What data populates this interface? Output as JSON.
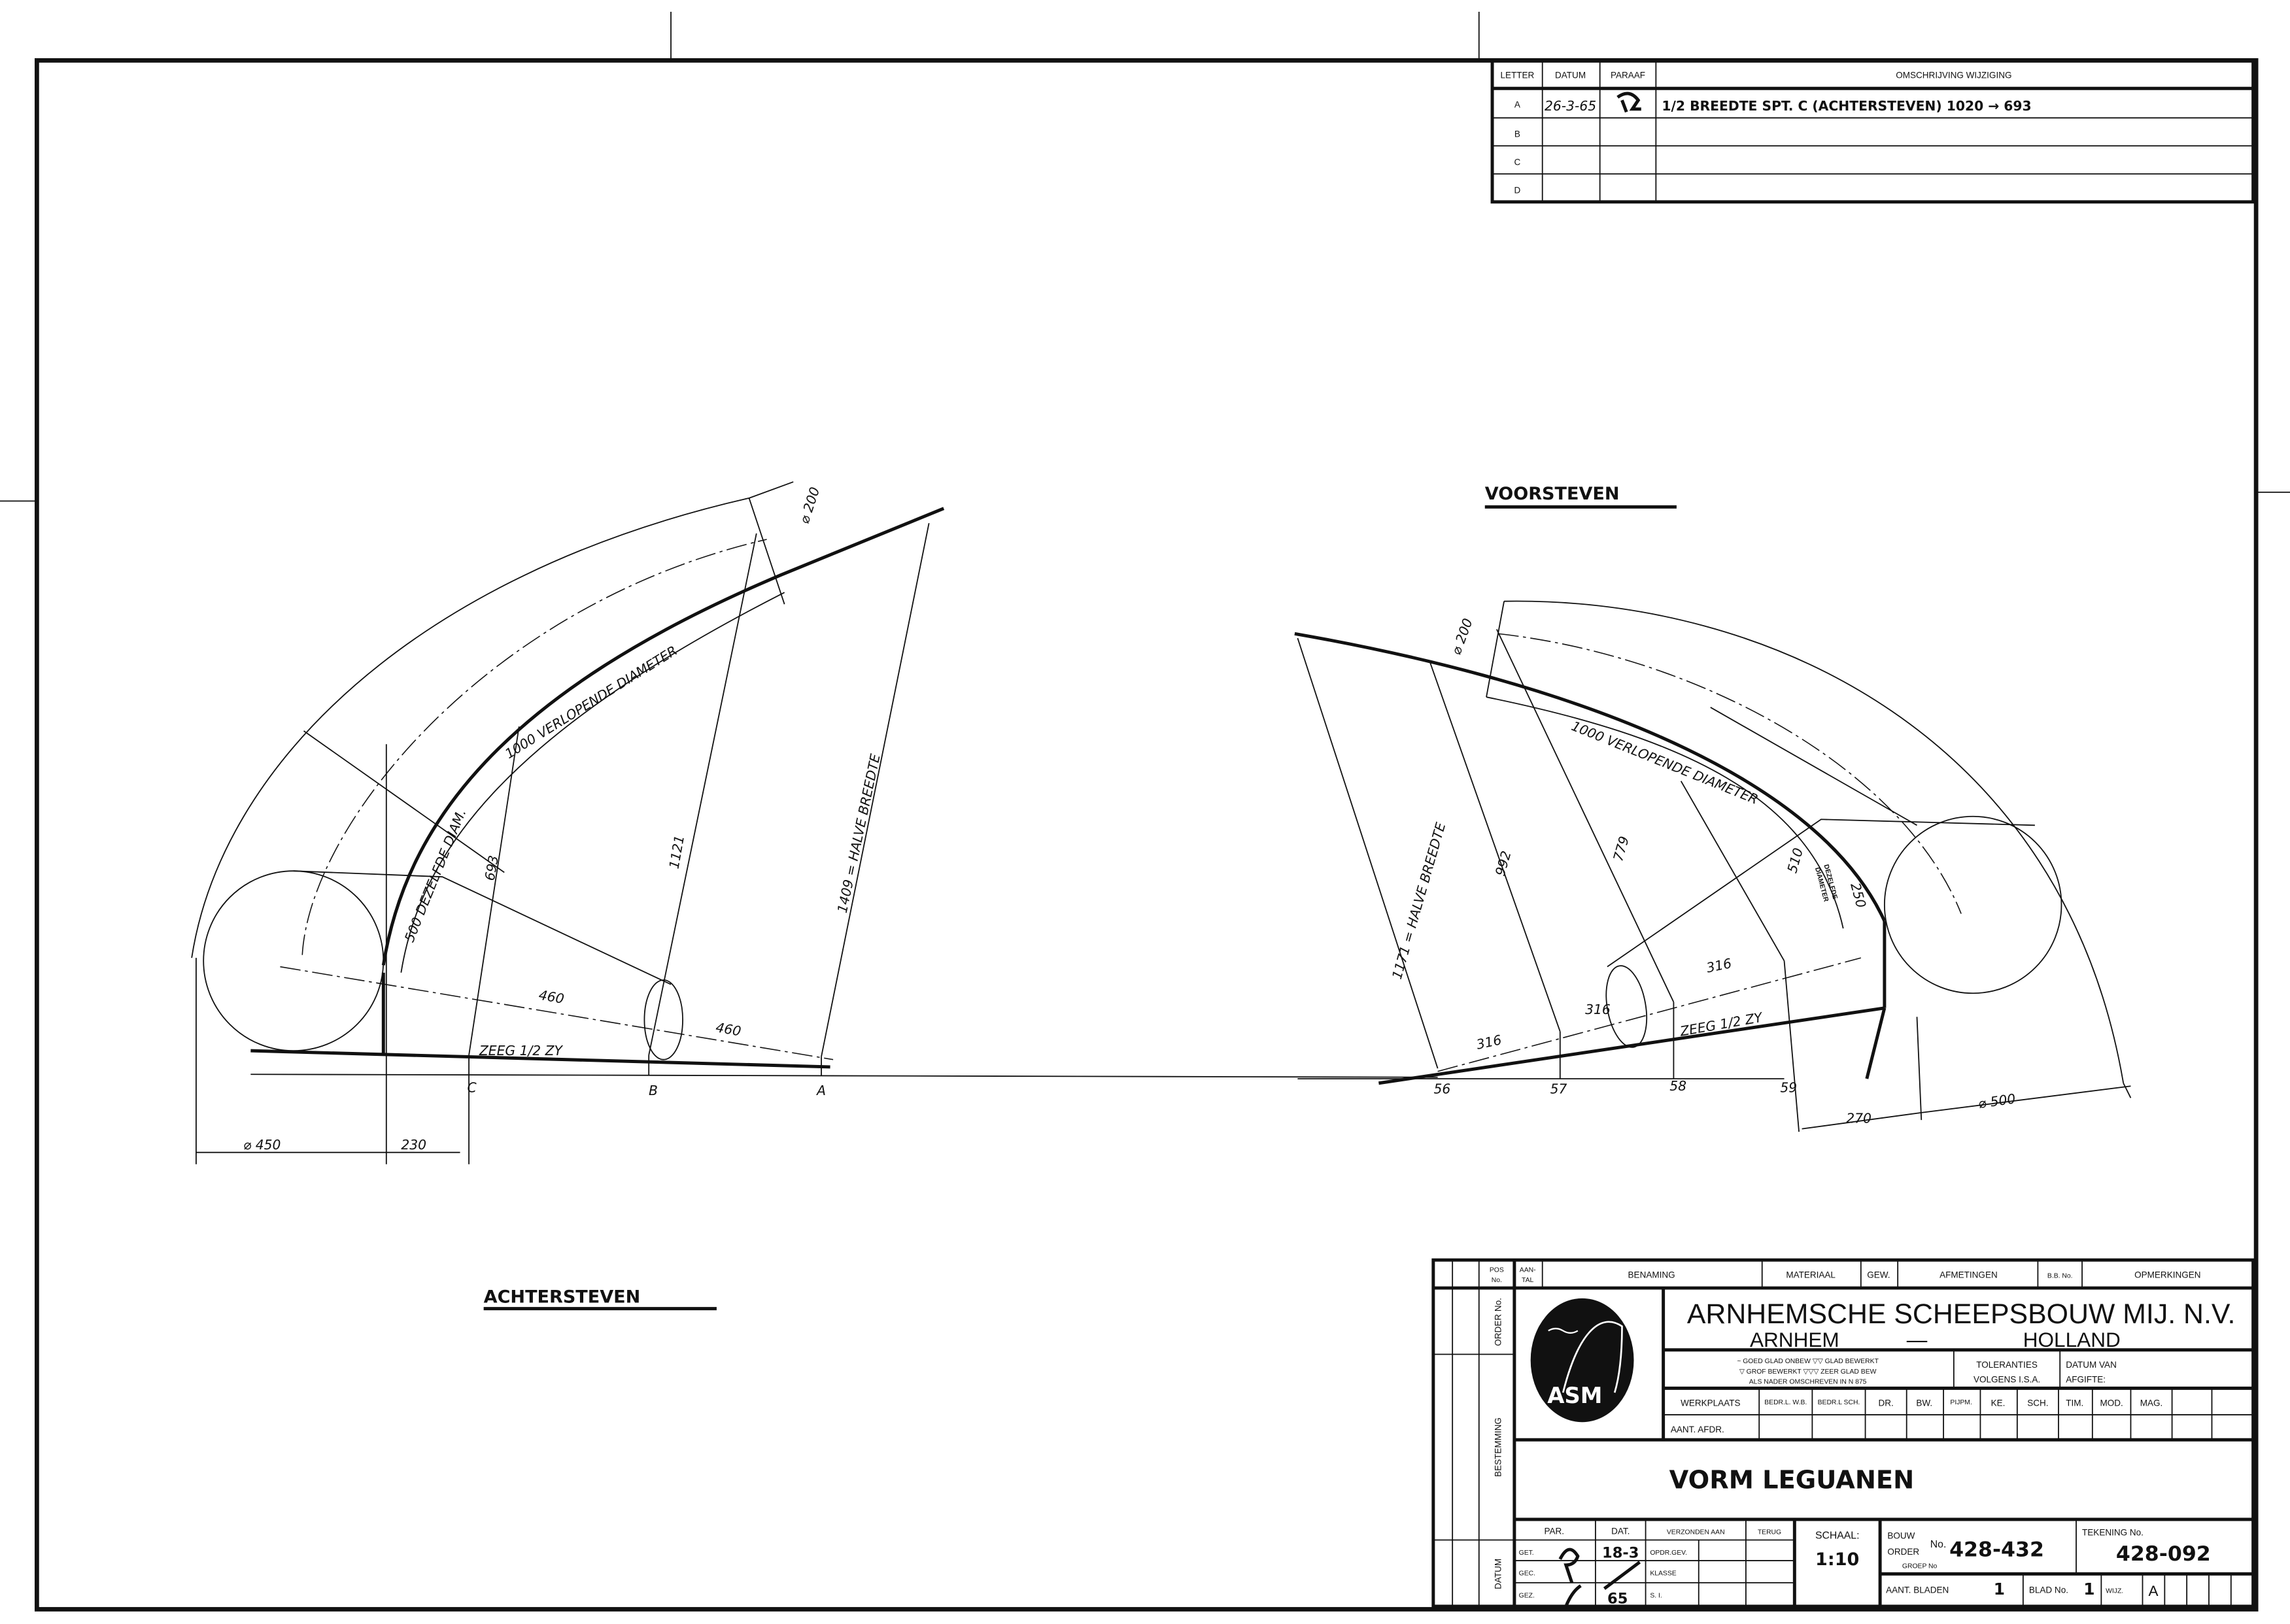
{
  "revision_table": {
    "headers": [
      "LETTER",
      "DATUM",
      "PARAAF",
      "OMSCHRIJVING WIJZIGING"
    ],
    "rows": [
      {
        "letter": "A",
        "datum": "26-3-65",
        "omschrijving": "1/2 BREEDTE SPT. C (ACHTERSTEVEN) 1020 → 693"
      },
      {
        "letter": "B"
      },
      {
        "letter": "C"
      },
      {
        "letter": "D"
      }
    ]
  },
  "achtersteven": {
    "title": "ACHTERSTEVEN",
    "dia_top": "⌀ 200",
    "verlopende": "1000  VERLOPENDE  DIAMETER",
    "dezelfde": "500 DEZELFDE DIAM.",
    "dim_c": "693",
    "dim_b": "1121",
    "dim_a": "1409 = HALVE  BREEDTE",
    "d460a": "460",
    "d460b": "460",
    "zeeg": "ZEEG 1/2 ZY",
    "pt_c": "C",
    "pt_b": "B",
    "pt_a": "A",
    "dia_circle": "⌀ 450",
    "d230": "230"
  },
  "voorsteven": {
    "title": "VOORSTEVEN",
    "halve": "1171  =  HALVE  BREEDTE",
    "dia_top": "⌀ 200",
    "verlopende": "1000  VERLOPENDE  DIAMETER",
    "d992": "992",
    "d779": "779",
    "d510": "510",
    "d250": "250",
    "dezelfde1": "DEZELFDE",
    "dezelfde2": "DIAMETER",
    "d316a": "316",
    "d316b": "316",
    "d316c": "316",
    "zeeg": "ZEEG 1/2 ZY",
    "sp56": "56",
    "sp57": "57",
    "sp58": "58",
    "sp59": "59",
    "d270": "270",
    "dia_circle": "⌀ 500"
  },
  "title_block": {
    "headers": [
      "POS",
      "No.",
      "AAN-",
      "TAL",
      "BENAMING",
      "MATERIAAL",
      "GEW.",
      "AFMETINGEN",
      "B.B. No.",
      "OPMERKINGEN"
    ],
    "side": [
      "ORDER No.",
      "BESTEMMING",
      "DATUM"
    ],
    "logo": "ASM",
    "company": "ARNHEMSCHE  SCHEEPSBOUW  MIJ. N.V.",
    "city": "ARNHEM",
    "dash": "—",
    "country": "HOLLAND",
    "finish": [
      "~ GOED GLAD  ONBEW   ▽▽   GLAD BEWERKT",
      "▽  GROF BEWERKT  ▽▽▽  ZEER GLAD BEW",
      "ALS NADER OMSCHREVEN IN  N 875"
    ],
    "tol": [
      "TOLERANTIES",
      "VOLGENS I.S.A."
    ],
    "datum_van": [
      "DATUM VAN",
      "AFGIFTE:"
    ],
    "dept": [
      "WERKPLAATS",
      "BEDR.L. W.B.",
      "BEDR.L SCH.",
      "DR.",
      "BW.",
      "PIJPM.",
      "KE.",
      "SCH.",
      "TIM.",
      "MOD.",
      "MAG."
    ],
    "aant_afdr": "AANT. AFDR.",
    "drawing_title": "VORM    LEGUANEN",
    "par": "PAR.",
    "dat": "DAT.",
    "verzonden": "VERZONDEN AAN",
    "terug": "TERUG",
    "get": "GET.",
    "gec": "GEC.",
    "gez": "GEZ.",
    "date1": "18-3",
    "date2": "65",
    "opdr": "OPDR.GEV.",
    "klasse": "KLASSE",
    "si": "S. I.",
    "schaal_label": "SCHAAL:",
    "schaal": "1:10",
    "bouw": "BOUW",
    "order": "ORDER",
    "groep": "GROEP No",
    "no": "No.",
    "bouw_no": "428-432",
    "tekening_label": "TEKENING No.",
    "tekening_no": "428-092",
    "aant_bladen": "AANT. BLADEN",
    "bladen": "1",
    "blad_label": "BLAD No.",
    "blad": "1",
    "wijz_label": "WIJZ.",
    "wijz": "A"
  }
}
